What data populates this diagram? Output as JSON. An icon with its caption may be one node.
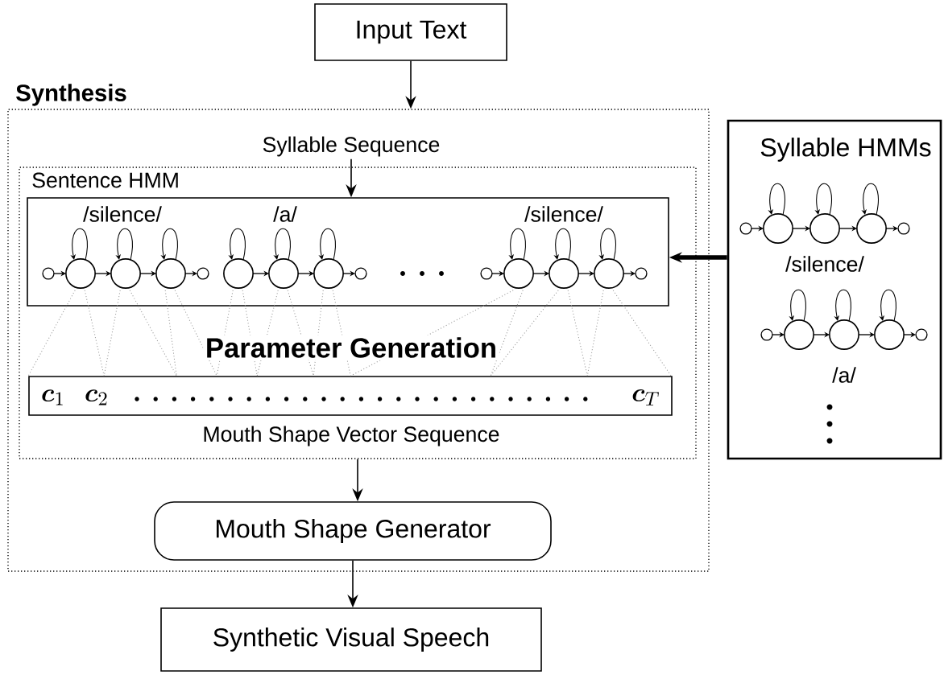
{
  "diagram": {
    "nodes": [
      {
        "text": [
          "Input Text"
        ]
      },
      {
        "text": [
          "Synthesis"
        ]
      },
      {
        "text": [
          "Syllable Sequence"
        ],
        "in": 1
      },
      {
        "text": [
          "Sentence HMM"
        ],
        "in": 1
      },
      {
        "text": [
          "/silence/",
          "/a/",
          "/silence/"
        ],
        "in": 3
      },
      {
        "text": [
          "\\boldsymbol{c}_1",
          "\\boldsymbol{c}_2",
          "\\boldsymbol{c}_T"
        ],
        "beside": [
          "Mouth Shape Vector Sequence"
        ],
        "in": 3
      },
      {
        "text": [
          "Mouth Shape Generator"
        ],
        "in": 1
      },
      {
        "text": [
          "Syllable HMMs",
          "/silence/",
          "/a/"
        ]
      },
      {
        "text": [
          "Synthetic Visual Speech"
        ]
      }
    ],
    "edges": [
      {
        "from": 0,
        "to": 1,
        "arrow": "to"
      },
      {
        "from": 2,
        "to": 4,
        "arrow": "to"
      },
      {
        "from": 7,
        "to": 4,
        "arrow": "to",
        "style": "thick"
      },
      {
        "from": 4,
        "to": 5,
        "arrow": "none",
        "style": "dashed",
        "color": "#999999"
      },
      {
        "from": 3,
        "to": 6,
        "arrow": "to"
      },
      {
        "from": 6,
        "to": 8,
        "arrow": "to"
      }
    ],
    "labels": [
      "Parameter Generation"
    ]
  }
}
